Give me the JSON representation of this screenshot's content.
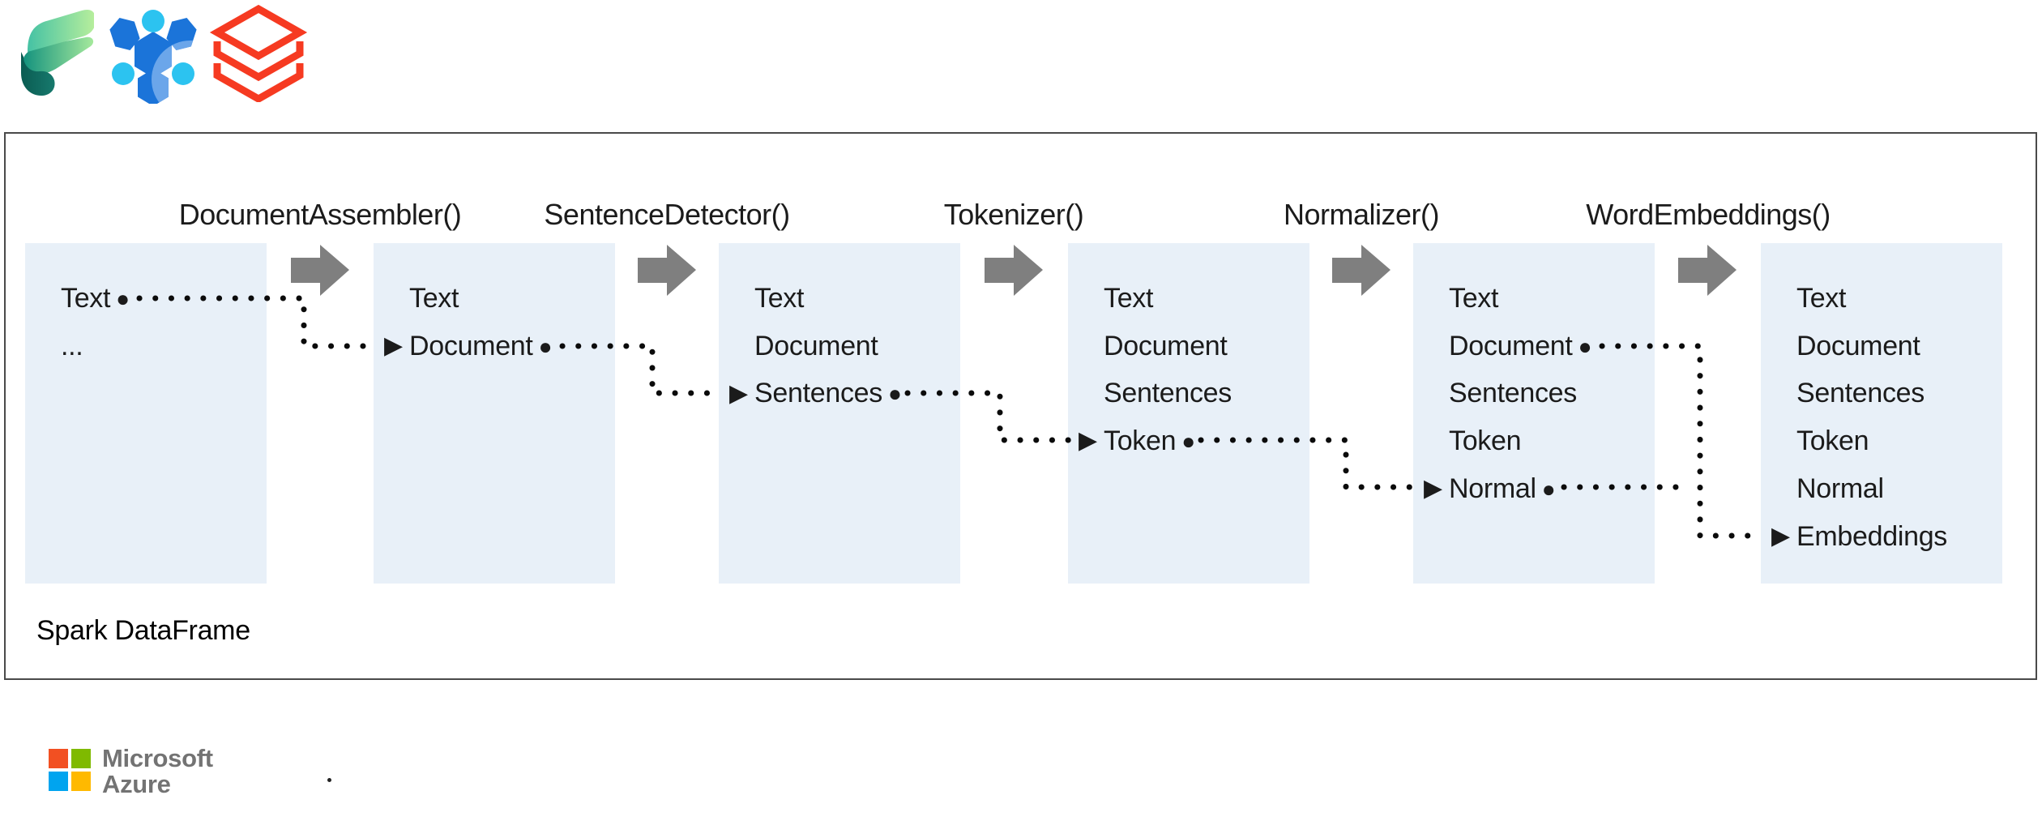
{
  "header_logos": [
    {
      "name": "microsoft-fabric"
    },
    {
      "name": "azure-synapse"
    },
    {
      "name": "databricks"
    }
  ],
  "pipeline": {
    "stage_labels": [
      "DocumentAssembler()",
      "SentenceDetector()",
      "Tokenizer()",
      "Normalizer()",
      "WordEmbeddings()"
    ],
    "boxes": [
      {
        "rows": [
          {
            "text": "Text",
            "post": "●"
          },
          {
            "text": "..."
          }
        ]
      },
      {
        "rows": [
          {
            "text": "Text"
          },
          {
            "pre": "▶",
            "text": "Document",
            "post": "●"
          }
        ]
      },
      {
        "rows": [
          {
            "text": "Text"
          },
          {
            "text": "Document"
          },
          {
            "pre": "▶",
            "text": "Sentences",
            "post": "●"
          }
        ]
      },
      {
        "rows": [
          {
            "text": "Text"
          },
          {
            "text": "Document"
          },
          {
            "text": "Sentences"
          },
          {
            "pre": "▶",
            "text": "Token",
            "post": "●"
          }
        ]
      },
      {
        "rows": [
          {
            "text": "Text"
          },
          {
            "text": "Document",
            "post": "●"
          },
          {
            "text": "Sentences"
          },
          {
            "text": "Token"
          },
          {
            "pre": "▶",
            "text": "Normal",
            "post": "●"
          }
        ]
      },
      {
        "rows": [
          {
            "text": "Text"
          },
          {
            "text": "Document"
          },
          {
            "text": "Sentences"
          },
          {
            "text": "Token"
          },
          {
            "text": "Normal"
          },
          {
            "pre": "▶",
            "text": "Embeddings"
          }
        ]
      }
    ],
    "caption": "Spark DataFrame"
  },
  "footer": {
    "brand_line1": "Microsoft",
    "brand_line2": "Azure"
  },
  "colors": {
    "box_fill": "#e8f0f8",
    "arrow_gray": "#7f7f7f",
    "line_black": "#0b0b0b",
    "frame_border": "#4a4a4a",
    "brand_gray": "#737373",
    "ms_red": "#f25022",
    "ms_green": "#7fba00",
    "ms_blue": "#00a4ef",
    "ms_yellow": "#ffb900",
    "databricks_red": "#f63a21",
    "synapse_blue": "#1b74d9",
    "synapse_light_blue": "#6ba6ea",
    "synapse_cyan": "#2cc3f0"
  }
}
